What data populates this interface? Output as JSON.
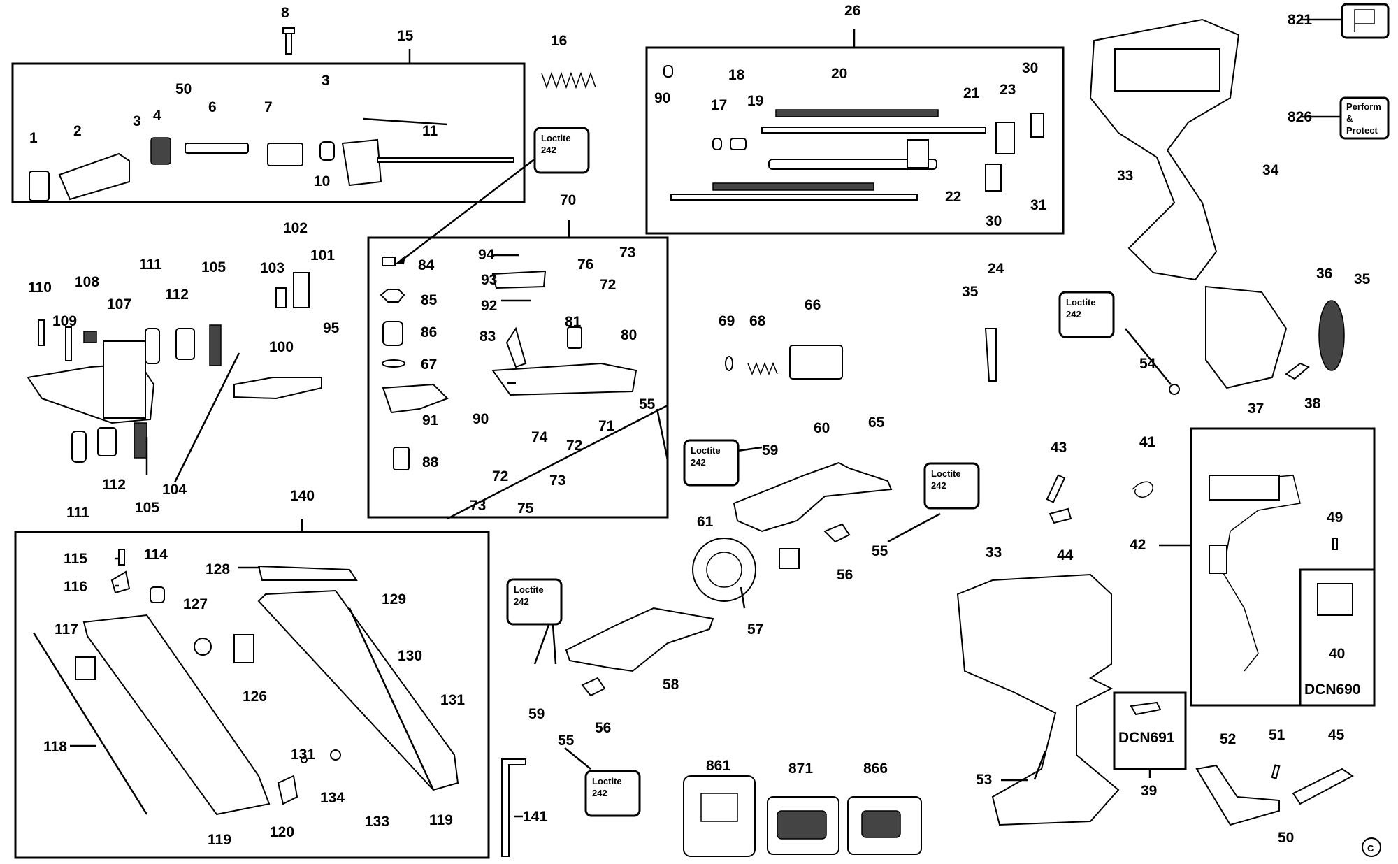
{
  "diagram": {
    "labels": {
      "l8": "8",
      "l15": "15",
      "l16": "16",
      "l26": "26",
      "l821": "821",
      "l826": "826",
      "l1": "1",
      "l2": "2",
      "l3a": "3",
      "l3b": "3",
      "l4": "4",
      "l50a": "50",
      "l6": "6",
      "l7": "7",
      "l10": "10",
      "l11": "11",
      "l90a": "90",
      "l18": "18",
      "l17": "17",
      "l19": "19",
      "l20": "20",
      "l21": "21",
      "l23": "23",
      "l30a": "30",
      "l30b": "30",
      "l31": "31",
      "l22": "22",
      "l33a": "33",
      "l34": "34",
      "l70": "70",
      "l84": "84",
      "l85": "85",
      "l86": "86",
      "l67": "67",
      "l91": "91",
      "l88": "88",
      "l94": "94",
      "l93": "93",
      "l92": "92",
      "l83": "83",
      "l81": "81",
      "l76": "76",
      "l72a": "72",
      "l73a": "73",
      "l80": "80",
      "l90b": "90",
      "l74": "74",
      "l72b": "72",
      "l71": "71",
      "l55a": "55",
      "l73b": "73",
      "l72c": "72",
      "l73c": "73",
      "l75": "75",
      "l102": "102",
      "l101": "101",
      "l103": "103",
      "l110": "110",
      "l108": "108",
      "l111a": "111",
      "l105a": "105",
      "l112a": "112",
      "l107": "107",
      "l109": "109",
      "l95": "95",
      "l100": "100",
      "l111b": "111",
      "l112b": "112",
      "l105b": "105",
      "l104": "104",
      "l69": "69",
      "l68": "68",
      "l66": "66",
      "l24": "24",
      "l35a": "35",
      "l36": "36",
      "l35b": "35",
      "l54": "54",
      "l37": "37",
      "l38": "38",
      "l59a": "59",
      "l60": "60",
      "l65": "65",
      "l61": "61",
      "l55b": "55",
      "l56a": "56",
      "l57": "57",
      "l59b": "59",
      "l58": "58",
      "l55c": "55",
      "l56b": "56",
      "l43": "43",
      "l41": "41",
      "l44": "44",
      "l42": "42",
      "l49": "49",
      "l40": "40",
      "l33b": "33",
      "l39": "39",
      "l53": "53",
      "l52": "52",
      "l51": "51",
      "l45": "45",
      "l50b": "50",
      "l140": "140",
      "l115": "115",
      "l114": "114",
      "l116": "116",
      "l128": "128",
      "l127": "127",
      "l117": "117",
      "l129": "129",
      "l130": "130",
      "l126": "126",
      "l131a": "131",
      "l118": "118",
      "l131b": "131",
      "l134": "134",
      "l119a": "119",
      "l120": "120",
      "l133": "133",
      "l119b": "119",
      "l141": "141",
      "l861": "861",
      "l871": "871",
      "l866": "866"
    },
    "badges": {
      "loctite_line1": "Loctite",
      "loctite_line2": "242",
      "perform_line1": "Perform",
      "perform_line2": "&",
      "perform_line3": "Protect"
    },
    "models": {
      "dcn690": "DCN690",
      "dcn691": "DCN691"
    },
    "copyright": "C"
  }
}
